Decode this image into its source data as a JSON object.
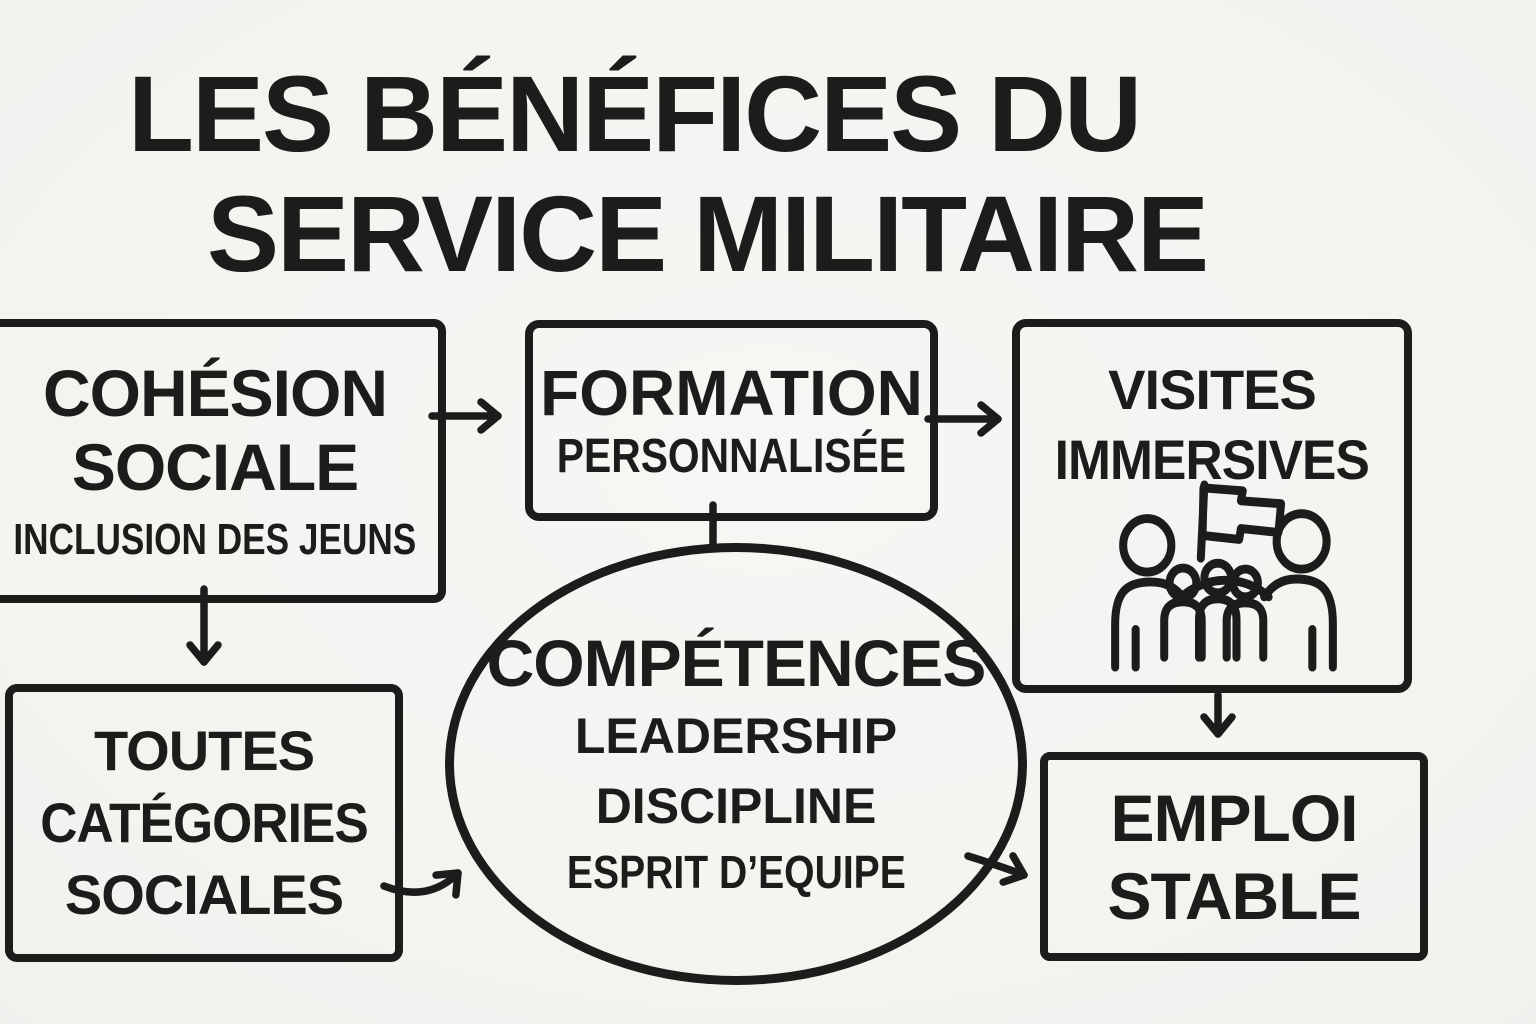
{
  "colors": {
    "ink": "#1d1c1a",
    "paper": "#f5f4f1"
  },
  "title": {
    "line1": "LES BÉNÉFICES DU",
    "line2": "SERVICE MILITAIRE"
  },
  "nodes": {
    "cohesion": {
      "line1": "COHÉSION",
      "line2": "SOCIALE",
      "subtitle": "INCLUSION DES JEUNS"
    },
    "formation": {
      "line1": "FORMATION",
      "line2": "PERSONNALISÉE"
    },
    "visites": {
      "line1": "VISITES",
      "line2": "IMMERSIVES",
      "icon": "tour-group-flag-icon"
    },
    "toutes": {
      "line1": "TOUTES",
      "line2": "CATÉGORIES",
      "line3": "SOCIALES"
    },
    "competences": {
      "title": "COMPÉTENCES",
      "items": [
        "LEADERSHIP",
        "DISCIPLINE",
        "ESPRIT D’EQUIPE"
      ]
    },
    "emploi": {
      "line1": "EMPLOI",
      "line2": "STABLE"
    }
  },
  "edges": [
    {
      "from": "cohesion-sociale",
      "to": "formation-personnalisee",
      "style": "arrow"
    },
    {
      "from": "formation-personnalisee",
      "to": "visites-immersives",
      "style": "arrow"
    },
    {
      "from": "cohesion-sociale",
      "to": "toutes-categories-sociales",
      "style": "arrow"
    },
    {
      "from": "formation-personnalisee",
      "to": "competences",
      "style": "line"
    },
    {
      "from": "toutes-categories-sociales",
      "to": "competences",
      "style": "curved-arrow"
    },
    {
      "from": "competences",
      "to": "emploi-stable",
      "style": "arrow"
    },
    {
      "from": "visites-immersives",
      "to": "emploi-stable",
      "style": "arrow"
    }
  ]
}
